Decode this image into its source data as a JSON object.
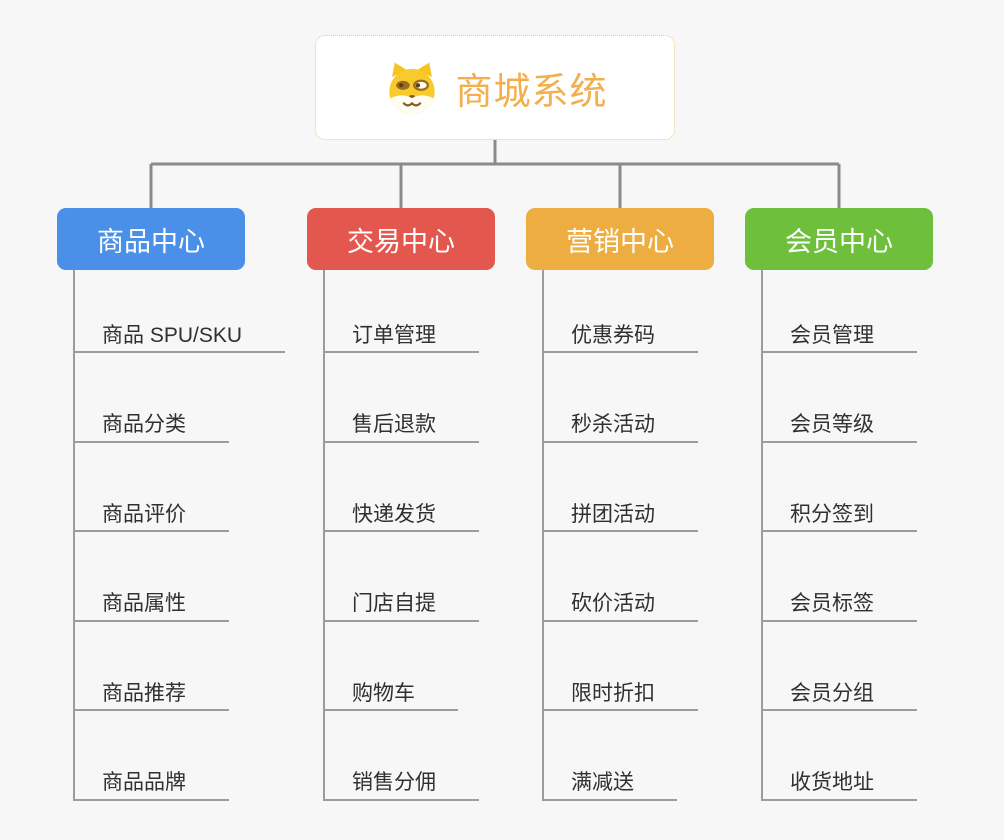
{
  "root": {
    "title": "商城系统",
    "icon": "dog-icon",
    "title_color": "#F2AF4B",
    "border_color": "#F3C377"
  },
  "connector_color": "#8A8A8A",
  "branches": [
    {
      "label": "商品中心",
      "color": "#4A90E8",
      "items": [
        "商品 SPU/SKU",
        "商品分类",
        "商品评价",
        "商品属性",
        "商品推荐",
        "商品品牌"
      ]
    },
    {
      "label": "交易中心",
      "color": "#E4574E",
      "items": [
        "订单管理",
        "售后退款",
        "快递发货",
        "门店自提",
        "购物车",
        "销售分佣"
      ]
    },
    {
      "label": "营销中心",
      "color": "#EEAD40",
      "items": [
        "优惠券码",
        "秒杀活动",
        "拼团活动",
        "砍价活动",
        "限时折扣",
        "满减送"
      ]
    },
    {
      "label": "会员中心",
      "color": "#6EC03C",
      "items": [
        "会员管理",
        "会员等级",
        "积分签到",
        "会员标签",
        "会员分组",
        "收货地址"
      ]
    }
  ]
}
